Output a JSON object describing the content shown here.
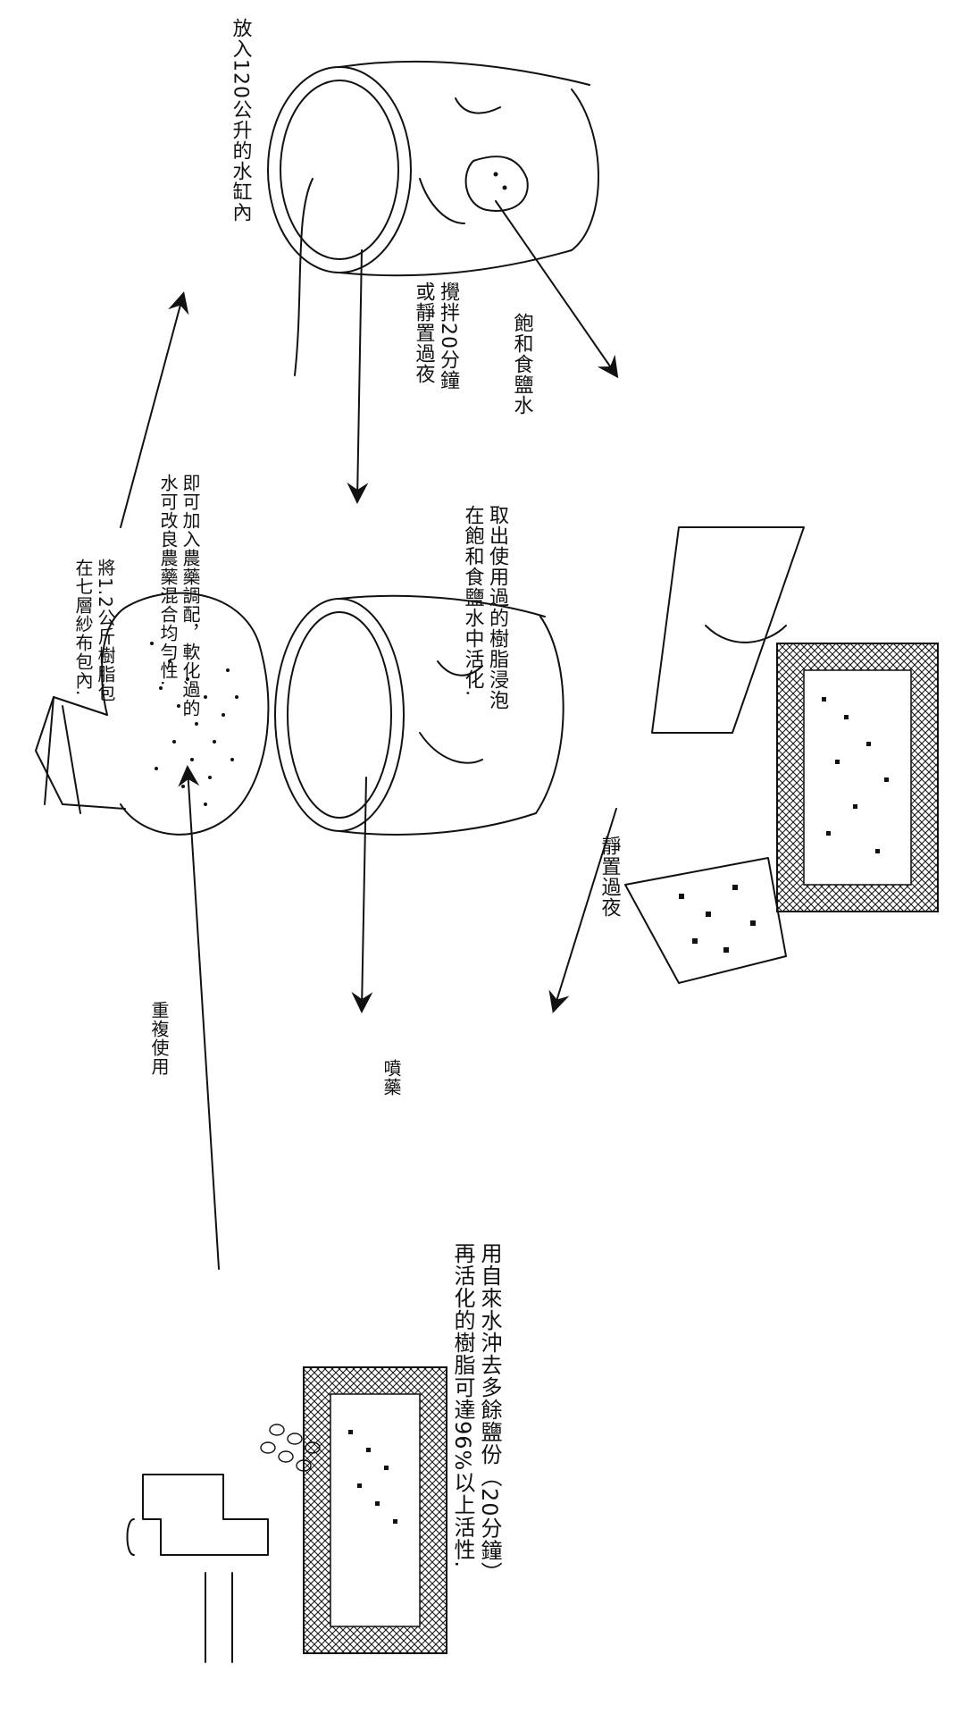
{
  "labels": {
    "step1": "將1.2公斤樹脂包\n在七層紗布包內.",
    "step2": "放入120公升的水缸內",
    "step3": "攪拌20分鐘\n或靜置過夜",
    "step4": "即可加入農藥調配，軟化過的\n水可改良農藥混合均勻性.",
    "step5": "取出使用過的樹脂浸泡\n在飽和食鹽水中活化.",
    "step6": "飽和食鹽水",
    "step7": "靜置過夜",
    "step8": "用自來水沖去多餘鹽份（20分鐘）\n再活化的樹脂可達96%以上活性.",
    "step9": "噴藥",
    "step10": "重複使用"
  }
}
